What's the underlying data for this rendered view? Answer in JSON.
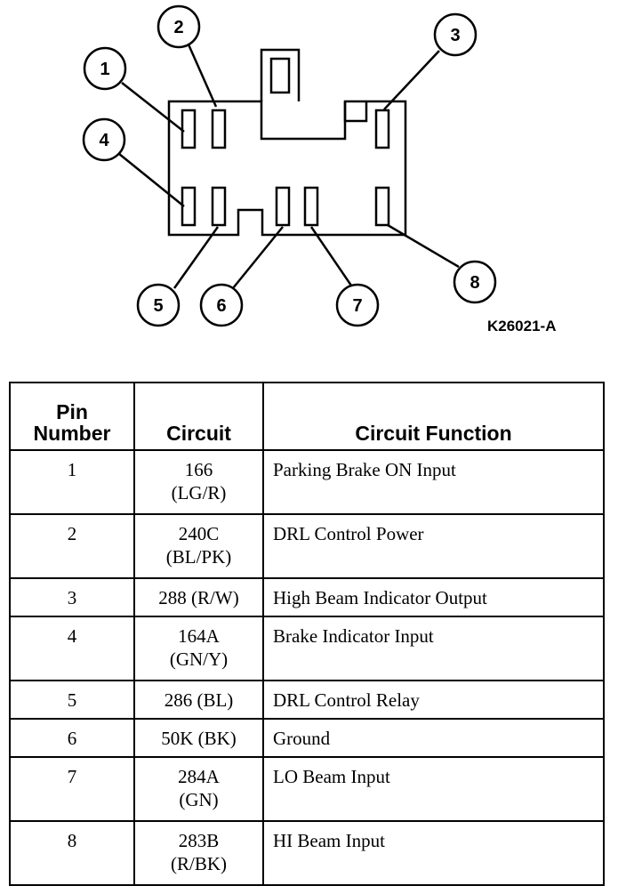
{
  "figure_id": "K26021-A",
  "pin_callouts": [
    "1",
    "2",
    "3",
    "4",
    "5",
    "6",
    "7",
    "8"
  ],
  "table": {
    "headers": {
      "pin_line1": "Pin",
      "pin_line2": "Number",
      "circuit": "Circuit",
      "function": "Circuit Function"
    },
    "rows": [
      {
        "pin": "1",
        "circuit": "166",
        "wire": "(LG/R)",
        "function": "Parking Brake ON Input"
      },
      {
        "pin": "2",
        "circuit": "240C",
        "wire": "(BL/PK)",
        "function": "DRL Control Power"
      },
      {
        "pin": "3",
        "circuit": "288 (R/W)",
        "wire": "",
        "function": "High Beam Indicator Output"
      },
      {
        "pin": "4",
        "circuit": "164A",
        "wire": "(GN/Y)",
        "function": "Brake Indicator Input"
      },
      {
        "pin": "5",
        "circuit": "286 (BL)",
        "wire": "",
        "function": "DRL Control Relay"
      },
      {
        "pin": "6",
        "circuit": "50K (BK)",
        "wire": "",
        "function": "Ground"
      },
      {
        "pin": "7",
        "circuit": "284A",
        "wire": "(GN)",
        "function": "LO Beam Input"
      },
      {
        "pin": "8",
        "circuit": "283B",
        "wire": "(R/BK)",
        "function": "HI Beam Input"
      }
    ]
  }
}
